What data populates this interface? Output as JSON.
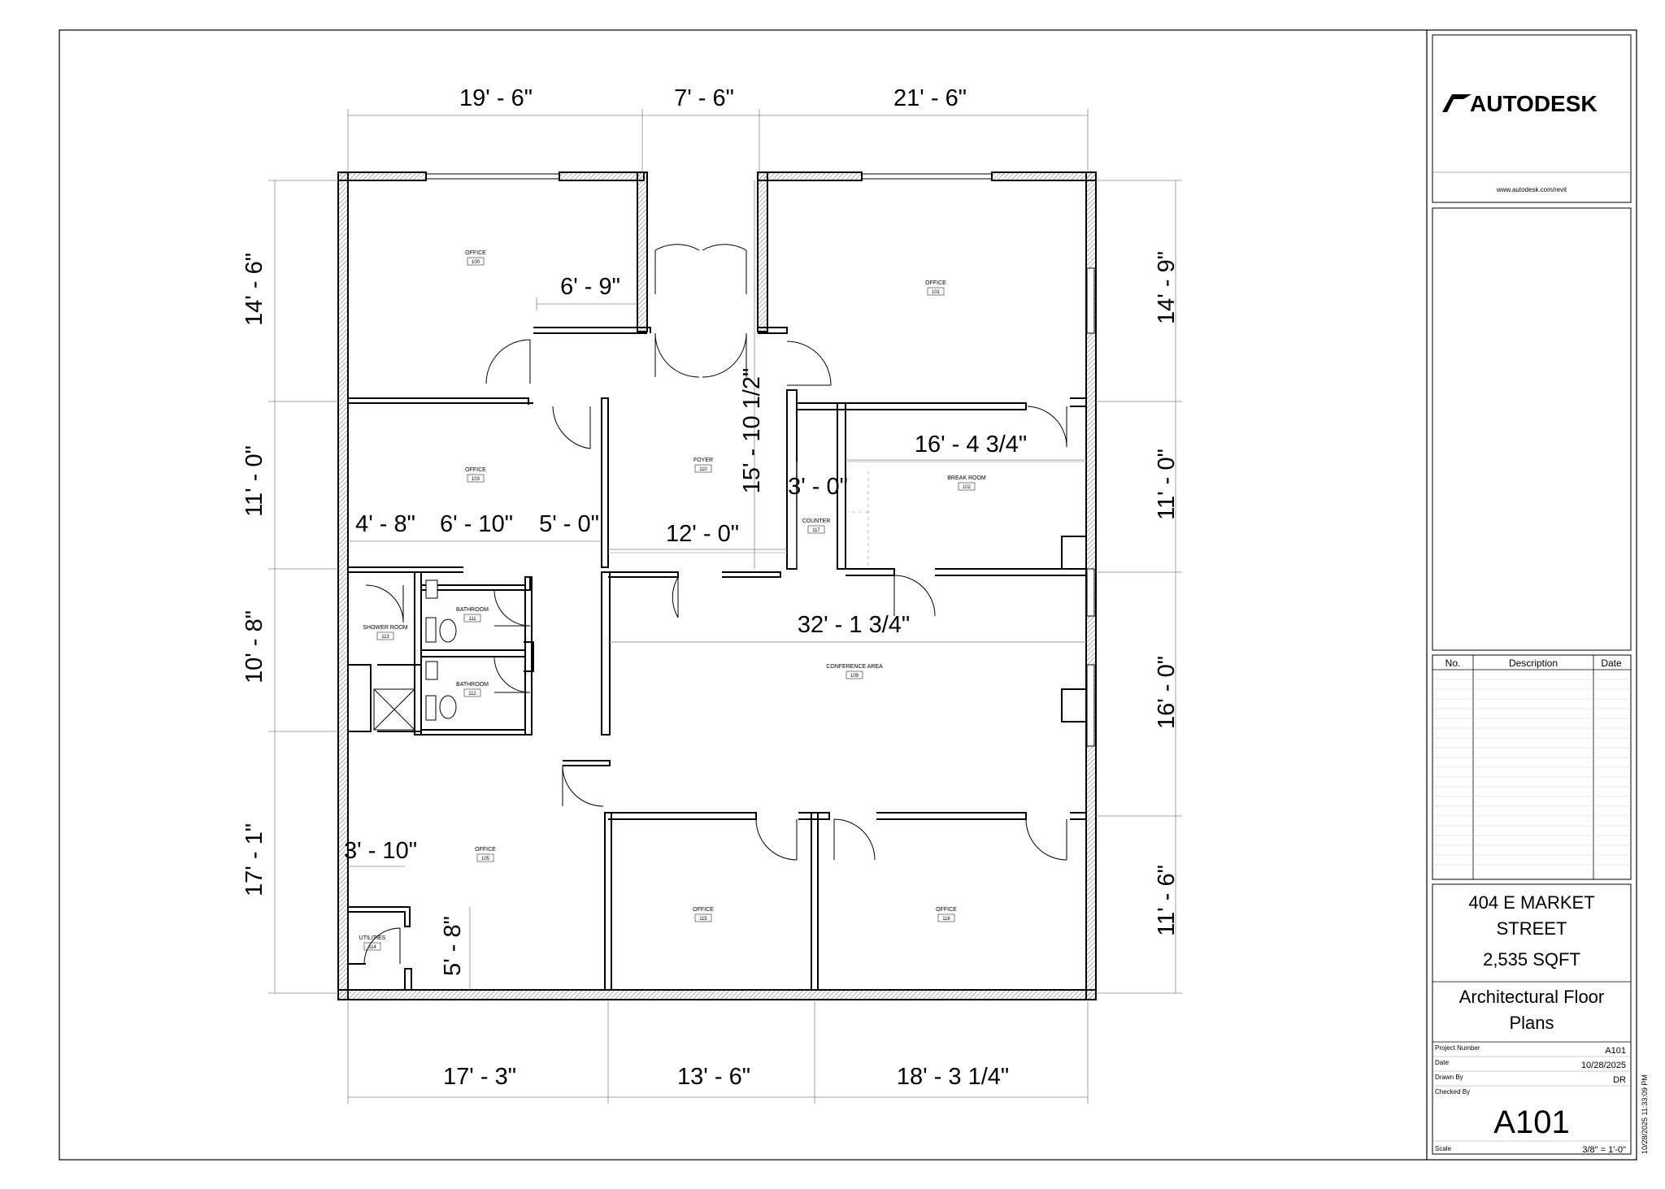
{
  "sheet": {
    "brand": "AUTODESK",
    "brand_url": "www.autodesk.com/revit",
    "revisions": {
      "col_no": "No.",
      "col_desc": "Description",
      "col_date": "Date"
    },
    "project_address_line1": "404 E MARKET",
    "project_address_line2": "STREET",
    "project_area": "2,535 SQFT",
    "sheet_title_line1": "Architectural Floor",
    "sheet_title_line2": "Plans",
    "fields": [
      {
        "label": "Project Number",
        "value": "A101"
      },
      {
        "label": "Date",
        "value": "10/28/2025"
      },
      {
        "label": "Drawn By",
        "value": "DR"
      },
      {
        "label": "Checked By",
        "value": ""
      }
    ],
    "sheet_number": "A101",
    "scale_label": "Scale",
    "scale_value": "3/8\" = 1'-0\"",
    "timestamp": "10/28/2025 11:33:09 PM"
  },
  "dimensions": {
    "top": [
      "19' - 6\"",
      "7' - 6\"",
      "21' - 6\""
    ],
    "bottom": [
      "17' - 3\"",
      "13' - 6\"",
      "18' - 3 1/4\""
    ],
    "left": [
      "14' - 6\"",
      "11' - 0\"",
      "10' - 8\"",
      "17' - 1\""
    ],
    "right": [
      "14' - 9\"",
      "11' - 0\"",
      "16' - 0\"",
      "11' - 6\""
    ],
    "interior": {
      "office100_partition": "6' - 9\"",
      "foyer_depth": "15' - 10 1/2\"",
      "breakroom_width": "16' - 4 3/4\"",
      "counter_width": "3' - 0\"",
      "shower": "4' - 8\"",
      "bath": "6' - 10\"",
      "hall": "5' - 0\"",
      "corridor": "12' - 0\"",
      "conference": "32' - 1 3/4\"",
      "utilities_w": "3' - 10\"",
      "utilities_h": "5' - 8\""
    }
  },
  "rooms": [
    {
      "name": "OFFICE",
      "number": "100"
    },
    {
      "name": "OFFICE",
      "number": "101"
    },
    {
      "name": "OFFICE",
      "number": "103"
    },
    {
      "name": "FOYER",
      "number": "110"
    },
    {
      "name": "BREAK ROOM",
      "number": "102"
    },
    {
      "name": "COUNTER",
      "number": "117"
    },
    {
      "name": "BATHROOM",
      "number": "111"
    },
    {
      "name": "BATHROOM",
      "number": "112"
    },
    {
      "name": "SHOWER ROOM",
      "number": "113"
    },
    {
      "name": "CONFERENCE AREA",
      "number": "109"
    },
    {
      "name": "OFFICE",
      "number": "105"
    },
    {
      "name": "UTILITIES",
      "number": "114"
    },
    {
      "name": "OFFICE",
      "number": "115"
    },
    {
      "name": "OFFICE",
      "number": "116"
    }
  ],
  "colors": {
    "line": "#000000",
    "light": "#9a9a9a",
    "hatch": "#555555"
  }
}
